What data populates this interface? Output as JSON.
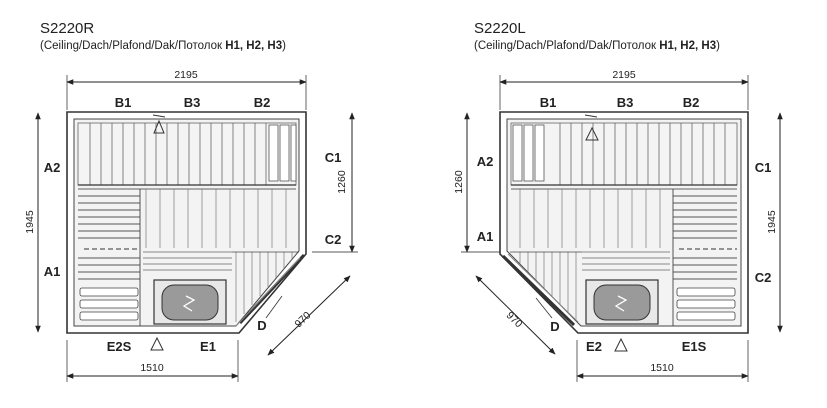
{
  "left": {
    "title": "S2220R",
    "subtitle_prefix": "(Ceiling/Dach/Plafond/Dak/Потолок ",
    "subtitle_bold": "H1, H2, H3",
    "subtitle_suffix": ")",
    "dims": {
      "top": "2195",
      "left": "1945",
      "right": "1260",
      "bottom": "1510",
      "diag": "970"
    },
    "labels": {
      "b1": "B1",
      "b3": "B3",
      "b2": "B2",
      "a2": "A2",
      "a1": "A1",
      "c1": "C1",
      "c2": "C2",
      "e2s": "E2S",
      "e1": "E1",
      "d": "D"
    }
  },
  "right": {
    "title": "S2220L",
    "subtitle_prefix": "(Ceiling/Dach/Plafond/Dak/Потолок ",
    "subtitle_bold": "H1, H2, H3",
    "subtitle_suffix": ")",
    "dims": {
      "top": "2195",
      "left": "1260",
      "right": "1945",
      "bottom": "1510",
      "diag": "970"
    },
    "labels": {
      "b1": "B1",
      "b3": "B3",
      "b2": "B2",
      "a2": "A2",
      "a1": "A1",
      "c1": "C1",
      "c2": "C2",
      "e2": "E2",
      "e1s": "E1S",
      "d": "D"
    }
  }
}
